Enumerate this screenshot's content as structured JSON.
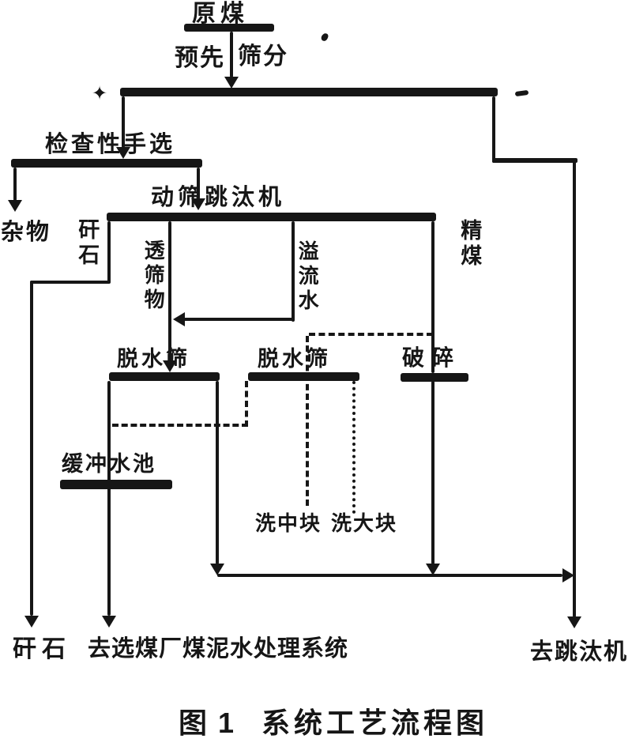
{
  "figure": {
    "background": "#ffffff",
    "ink": "#161616",
    "caption": {
      "label": "图 1",
      "title": "系统工艺流程图"
    },
    "nodes": {
      "raw_coal": "原煤",
      "pre_screen_left": "预先",
      "pre_screen_right": "筛分",
      "hand_pick": "检查性手选",
      "debris": "杂物",
      "gangue_branch": "矸石",
      "jig": "动筛跳汰机",
      "undersize": "透筛物",
      "overflow_water": "溢流水",
      "clean_coal": "精煤",
      "dewater_screen_left": "脱水筛",
      "dewater_screen_right": "脱水筛",
      "crusher": "破碎",
      "buffer_pool": "缓冲水池",
      "washed_medium_lump": "洗中块",
      "washed_large_lump": "洗大块"
    },
    "outputs": {
      "gangue": "矸石",
      "slime_water_system": "去选煤厂煤泥水处理系统",
      "to_jig": "去跳汰机"
    },
    "artifacts": {
      "star": "✦"
    }
  }
}
